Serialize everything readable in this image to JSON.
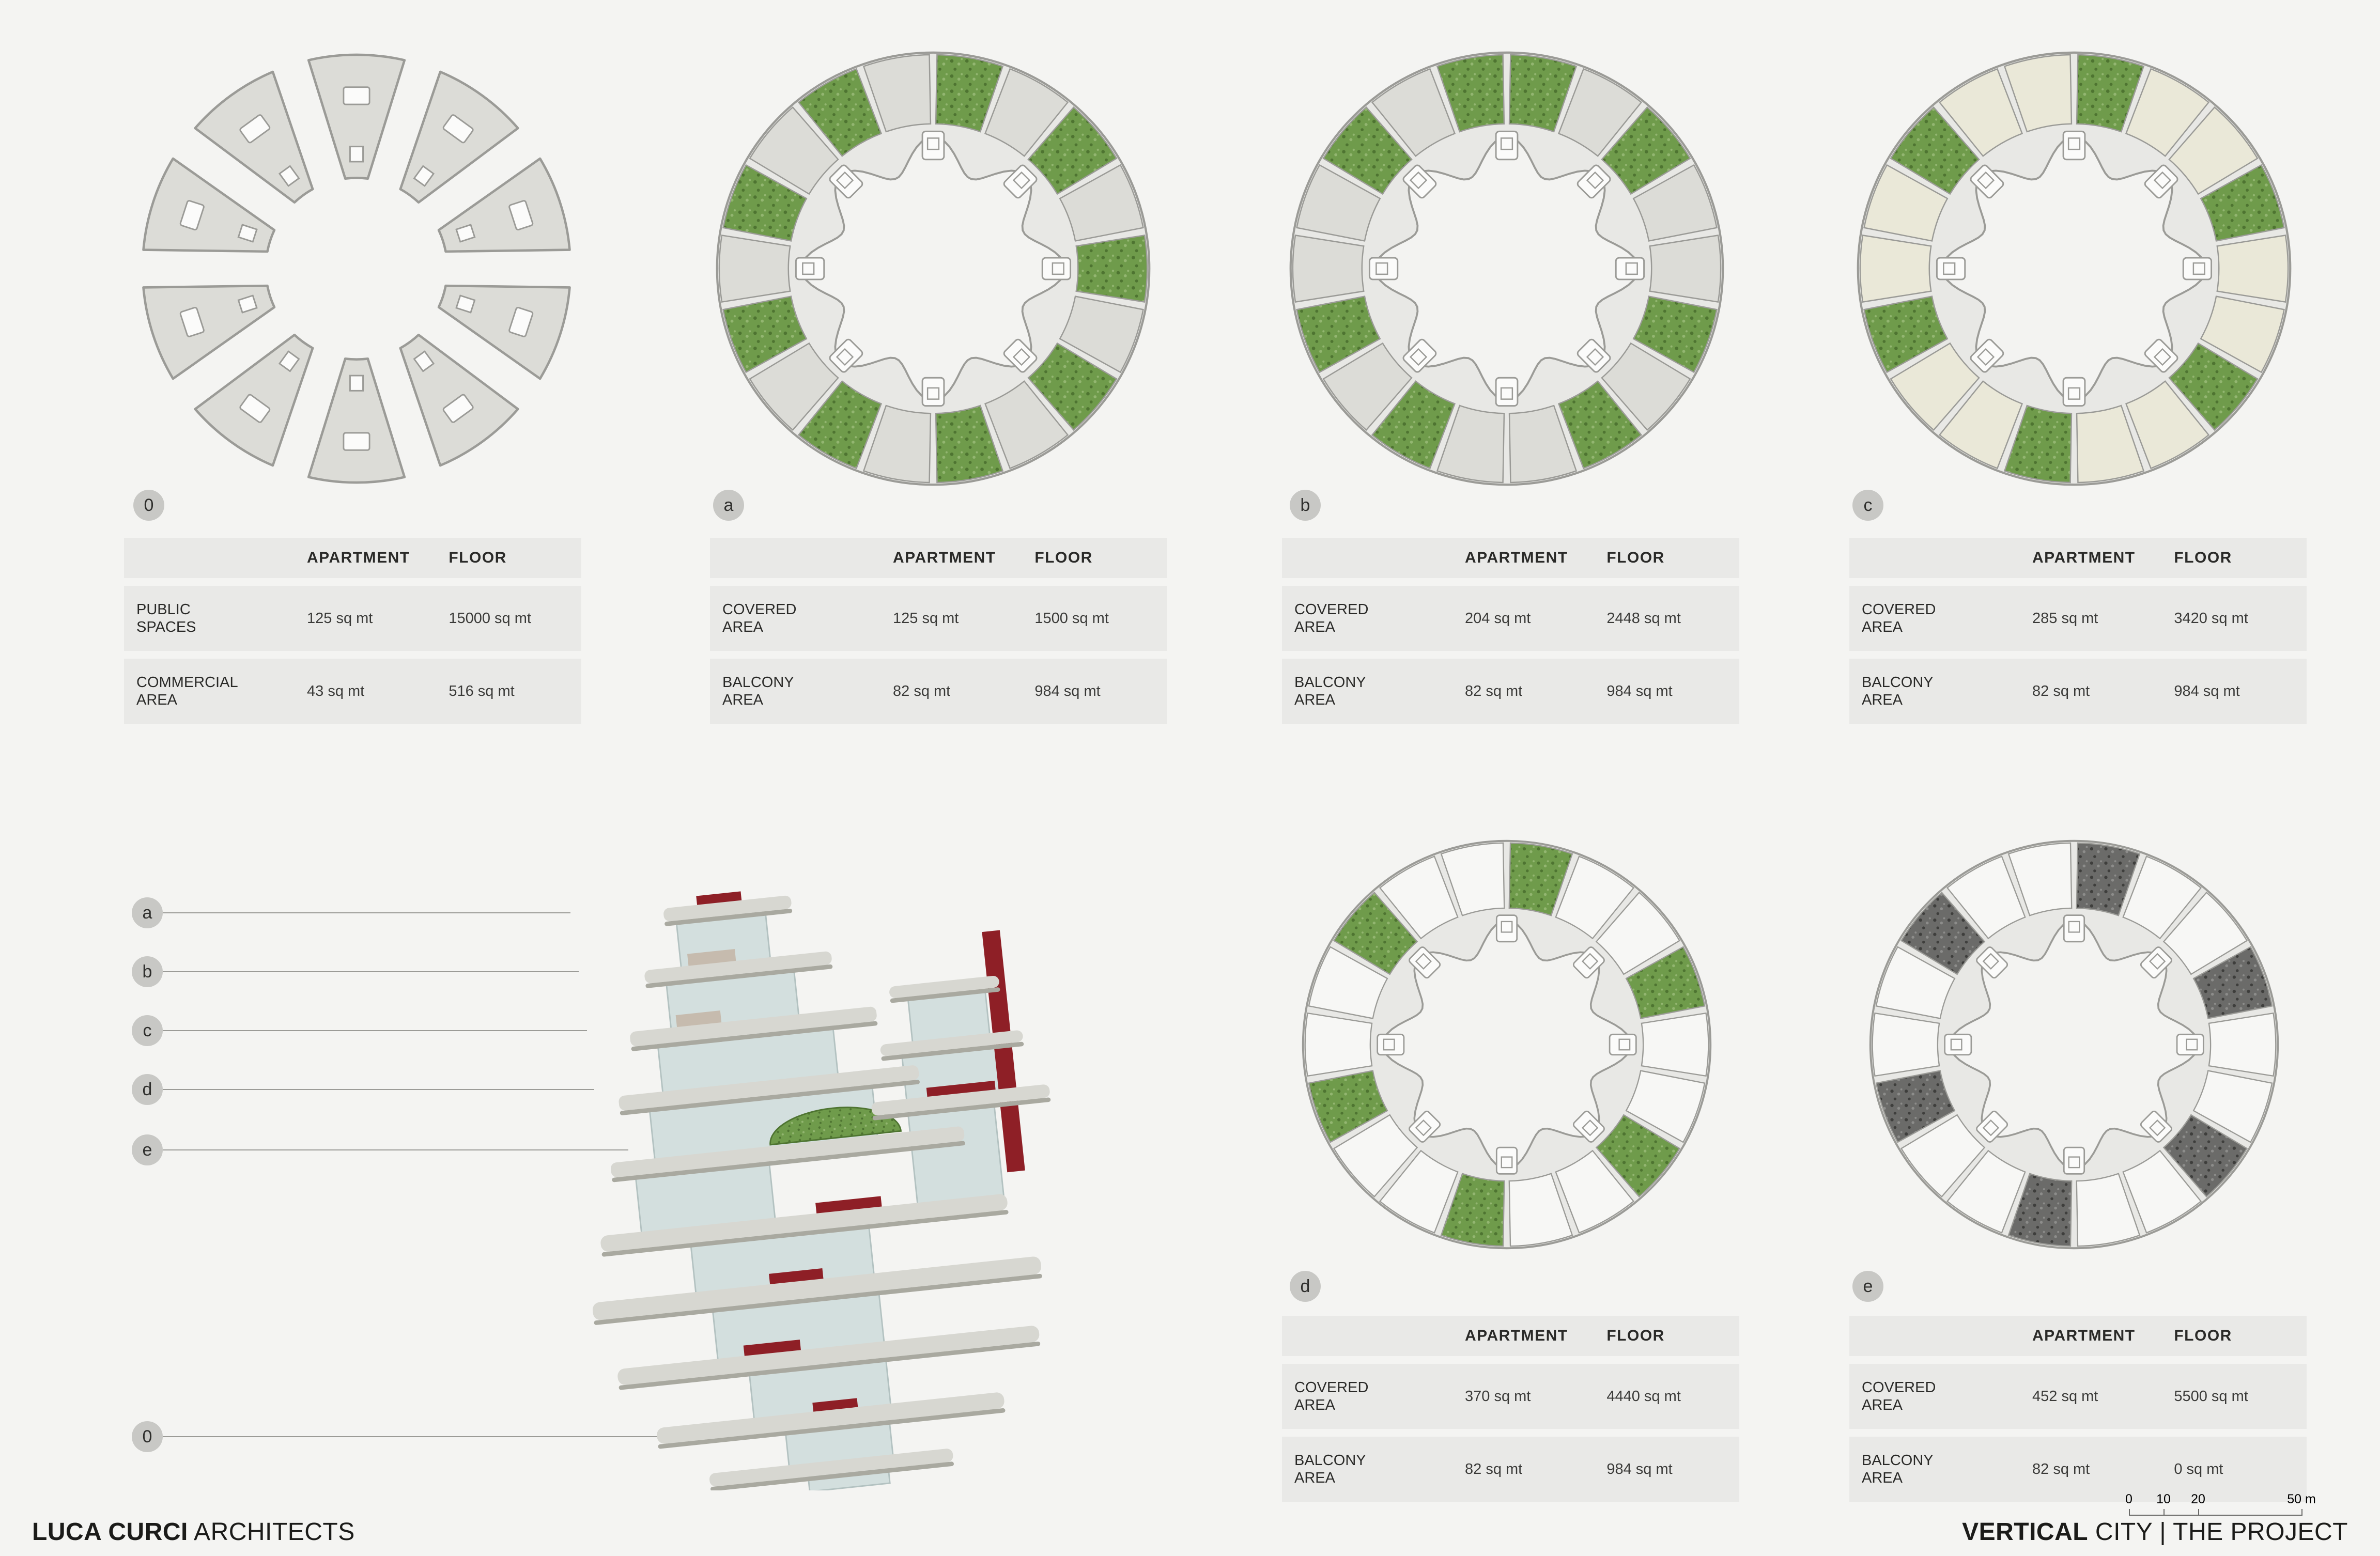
{
  "colors": {
    "background": "#f4f4f2",
    "band": "#e9e9e7",
    "text": "#3a3a38",
    "text_dark": "#2a2a28",
    "line": "#9b9b97",
    "ring_fill": "#e8e8e5",
    "courtyard": "#f3f3f1",
    "unit_gray": "#dcdcd7",
    "unit_white": "#f7f7f5",
    "unit_cream": "#eae8d8",
    "green": "#6f9b4b",
    "green_dark": "#4e7431",
    "green_light": "#93b671",
    "dark": "#6b6b69",
    "dark_spot": "#3e3e3c",
    "red": "#8e1f26",
    "glass": "#b9cfcf",
    "slab": "#d7d7d1",
    "slab_edge": "#a9a9a0",
    "badge": "#c8c8c5"
  },
  "plans": [
    {
      "label": "0",
      "graphic": {
        "type": "pods",
        "units": 10,
        "pattern": [
          "u"
        ]
      },
      "table": {
        "headers": [
          "APARTMENT",
          "FLOOR"
        ],
        "rows": [
          {
            "name": "PUBLIC SPACES",
            "apartment": "125 sq mt",
            "floor": "15000 sq mt"
          },
          {
            "name": "COMMERCIAL AREA",
            "apartment": "43 sq mt",
            "floor": "516 sq mt"
          }
        ]
      }
    },
    {
      "label": "a",
      "graphic": {
        "type": "ring",
        "units": 18,
        "pattern": [
          "g",
          "u"
        ]
      },
      "table": {
        "headers": [
          "APARTMENT",
          "FLOOR"
        ],
        "rows": [
          {
            "name": "COVERED AREA",
            "apartment": "125 sq mt",
            "floor": "1500 sq mt"
          },
          {
            "name": "BALCONY AREA",
            "apartment": "82 sq mt",
            "floor": "984 sq mt"
          }
        ]
      }
    },
    {
      "label": "b",
      "graphic": {
        "type": "ring",
        "units": 18,
        "pattern": [
          "g",
          "u",
          "g",
          "u",
          "u"
        ]
      },
      "table": {
        "headers": [
          "APARTMENT",
          "FLOOR"
        ],
        "rows": [
          {
            "name": "COVERED AREA",
            "apartment": "204 sq mt",
            "floor": "2448 sq mt"
          },
          {
            "name": "BALCONY AREA",
            "apartment": "82 sq mt",
            "floor": "984 sq mt"
          }
        ]
      }
    },
    {
      "label": "c",
      "graphic": {
        "type": "ring",
        "units": 18,
        "pattern": [
          "g",
          "c",
          "c"
        ]
      },
      "table": {
        "headers": [
          "APARTMENT",
          "FLOOR"
        ],
        "rows": [
          {
            "name": "COVERED AREA",
            "apartment": "285 sq mt",
            "floor": "3420 sq mt"
          },
          {
            "name": "BALCONY AREA",
            "apartment": "82 sq mt",
            "floor": "984 sq mt"
          }
        ]
      }
    },
    {
      "label": "d",
      "graphic": {
        "type": "ring",
        "units": 18,
        "pattern": [
          "g",
          "w",
          "w"
        ]
      },
      "table": {
        "headers": [
          "APARTMENT",
          "FLOOR"
        ],
        "rows": [
          {
            "name": "COVERED AREA",
            "apartment": "370 sq mt",
            "floor": "4440 sq mt"
          },
          {
            "name": "BALCONY AREA",
            "apartment": "82 sq mt",
            "floor": "984 sq mt"
          }
        ]
      }
    },
    {
      "label": "e",
      "graphic": {
        "type": "ring",
        "units": 18,
        "pattern": [
          "k",
          "w",
          "w"
        ]
      },
      "table": {
        "headers": [
          "APARTMENT",
          "FLOOR"
        ],
        "rows": [
          {
            "name": "COVERED AREA",
            "apartment": "452 sq mt",
            "floor": "5500 sq mt"
          },
          {
            "name": "BALCONY AREA",
            "apartment": "82 sq mt",
            "floor": "0 sq mt"
          }
        ]
      }
    }
  ],
  "section_labels": [
    "a",
    "b",
    "c",
    "d",
    "e",
    "0"
  ],
  "scalebar": {
    "labels": [
      "0",
      "10",
      "20",
      "50 m"
    ]
  },
  "footer": {
    "left_bold": "LUCA CURCI",
    "left_regular": " ARCHITECTS",
    "right_bold": "VERTICAL",
    "right_regular": " CITY | THE PROJECT"
  }
}
